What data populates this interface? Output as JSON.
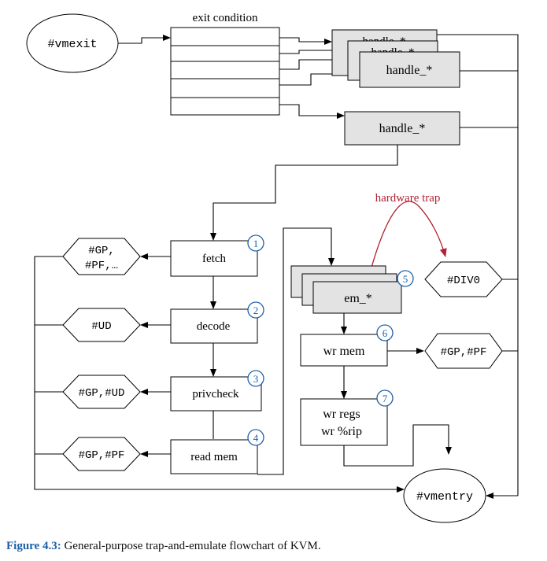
{
  "nodes": {
    "vmexit": "#vmexit",
    "exit_condition": "exit condition",
    "handle_stack_back1": "handle_*",
    "handle_stack_back2": "handle_*",
    "handle_stack_front": "handle_*",
    "handle_main": "handle_*",
    "fetch": "fetch",
    "decode": "decode",
    "privcheck": "privcheck",
    "read_mem": "read mem",
    "em": "em_*",
    "wr_mem": "wr mem",
    "wr_regs_line1": "wr regs",
    "wr_regs_line2": "wr %rip",
    "vmentry": "#vmentry",
    "hardware_trap": "hardware trap"
  },
  "exceptions": {
    "gp_pf_line1": "#GP,",
    "gp_pf_line2": "#PF,…",
    "ud": "#UD",
    "gp_ud": "#GP,#UD",
    "gp_pf": "#GP,#PF",
    "div0": "#DIV0",
    "gp_pf_right": "#GP,#PF"
  },
  "step_numbers": [
    "1",
    "2",
    "3",
    "4",
    "5",
    "6",
    "7"
  ],
  "colors": {
    "trap_arrow": "#b22234",
    "step_circle": "#1c5fa8",
    "stacked_box_fill": "#e3e3e3"
  },
  "caption": {
    "label": "Figure 4.3:",
    "text": "General-purpose trap-and-emulate flowchart of KVM."
  }
}
